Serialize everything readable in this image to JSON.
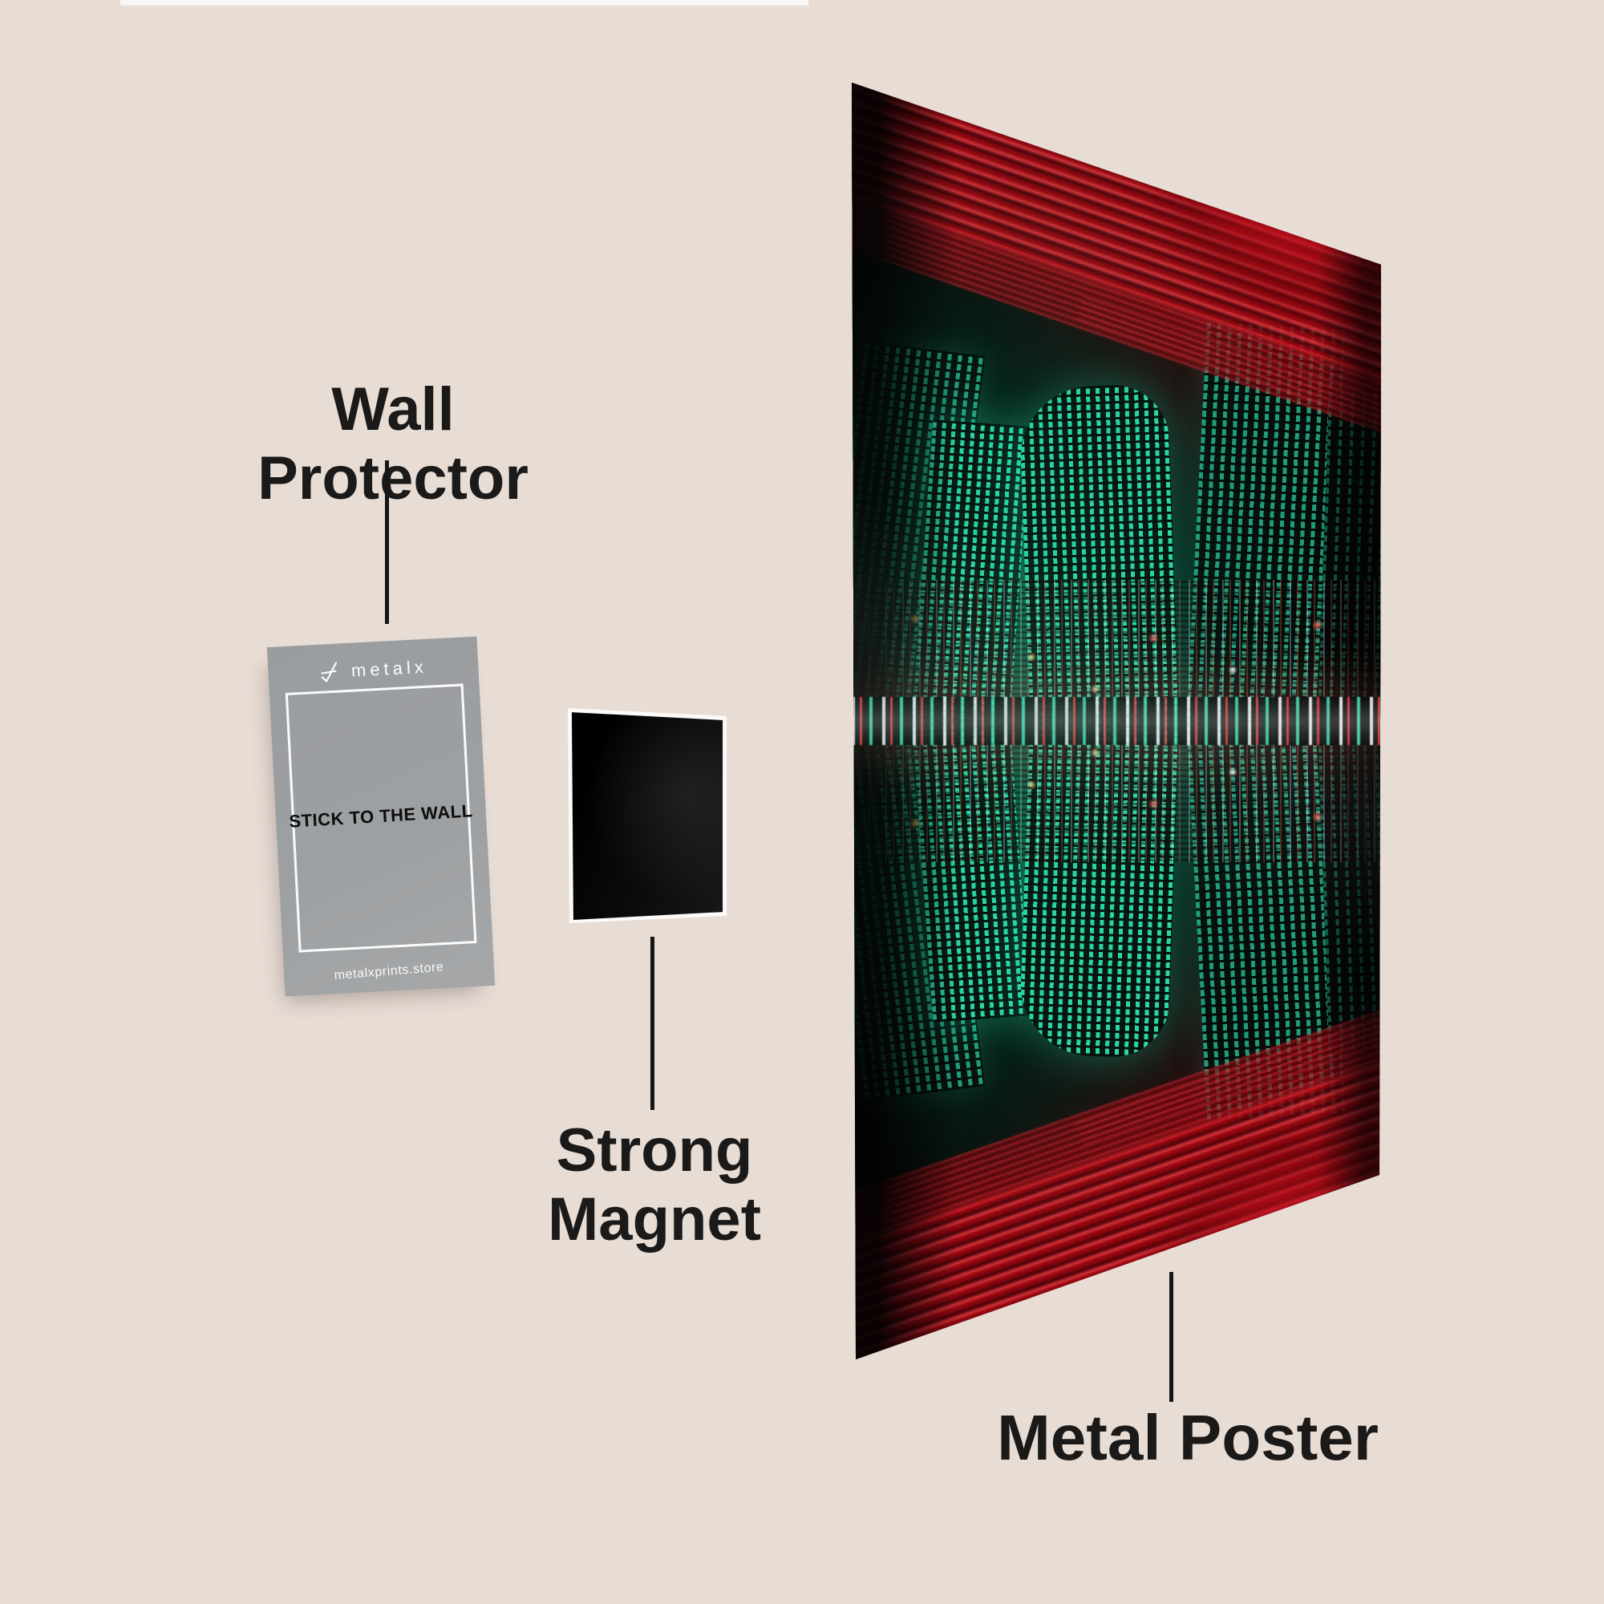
{
  "scene": {
    "background_color": "#e8ddd5",
    "line_color": "#171615",
    "label_color": "#1b1a19"
  },
  "labels": {
    "wall_protector": "Wall Protector",
    "strong_magnet_line1": "Strong",
    "strong_magnet_line2": "Magnet",
    "metal_poster": "Metal Poster"
  },
  "wall_protector_card": {
    "brand": "metalx",
    "message": "STICK TO THE WALL",
    "website": "metalxprints.store",
    "card_color": "#9da0a2",
    "text_light": "#ffffff",
    "text_dark": "#0d0d0d"
  },
  "magnet": {
    "color": "#0a0a0b",
    "outline_color": "#fbfaf8"
  },
  "poster": {
    "teal": "#2ee2ae",
    "red": "#dc1322",
    "base": "#060707"
  }
}
